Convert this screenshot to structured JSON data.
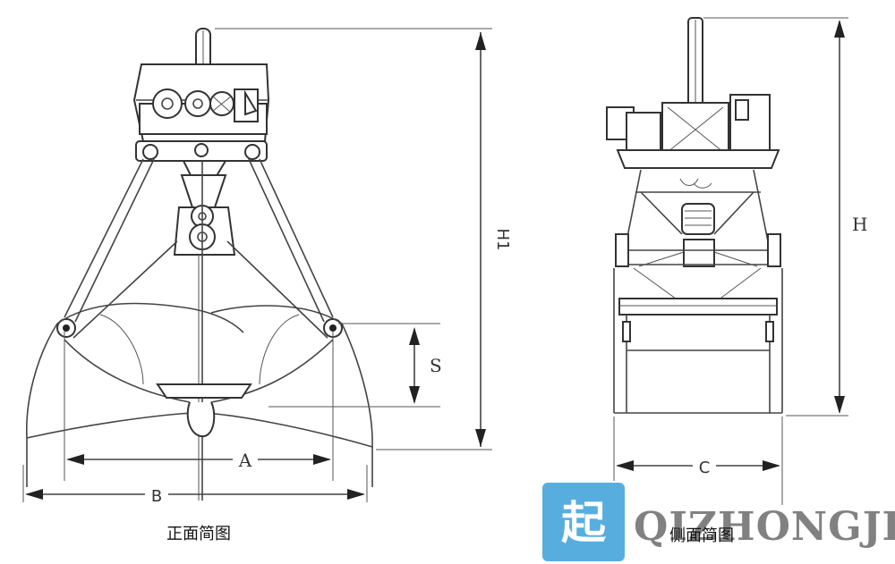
{
  "front_view": {
    "caption": "正面简图",
    "dim_h1": "H1",
    "dim_s": "S",
    "dim_a": "A",
    "dim_b": "B"
  },
  "side_view": {
    "caption": "侧面简图",
    "dim_h": "H",
    "dim_c": "C"
  },
  "watermark": {
    "logo_char": "起",
    "brand": "QIZHONGJI",
    "logo_color": "#3aa0d8"
  }
}
